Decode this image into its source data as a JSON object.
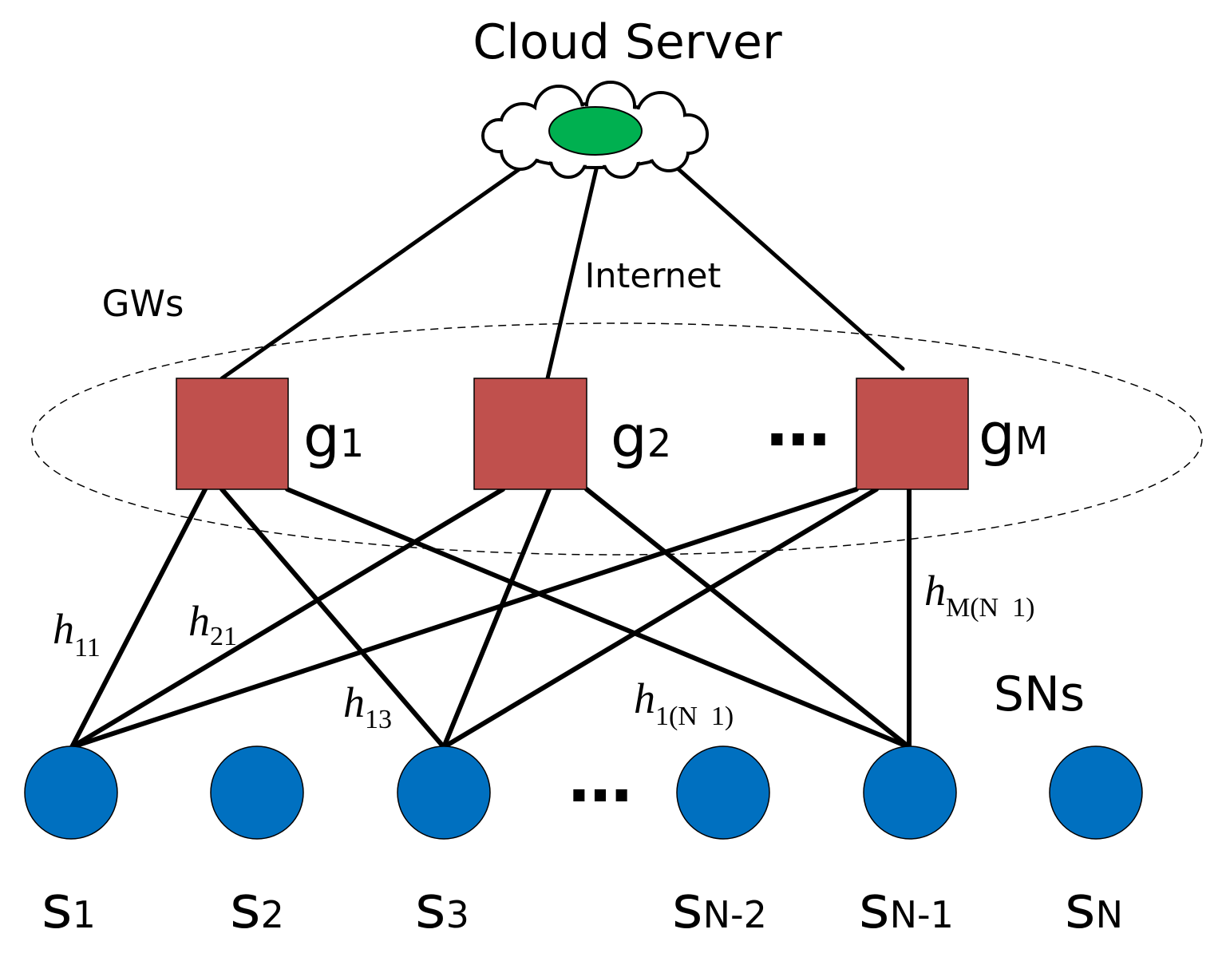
{
  "title": "Cloud Server",
  "internet_label": "Internet",
  "gateway_group_label": "GWs",
  "sensor_group_label": "SNs",
  "gateway_ellipsis": "…",
  "sensor_ellipsis": "…",
  "colors": {
    "gateway_fill": "#c0504d",
    "sensor_fill": "#0070c0",
    "cloud_core": "#00b050",
    "line": "#000000"
  },
  "gateways": [
    {
      "id": "g1",
      "base": "g",
      "sub": "1"
    },
    {
      "id": "g2",
      "base": "g",
      "sub": "2"
    },
    {
      "id": "gM",
      "base": "g",
      "sub": "M"
    }
  ],
  "sensors": [
    {
      "id": "s1",
      "base": "s",
      "sub": "1"
    },
    {
      "id": "s2",
      "base": "s",
      "sub": "2"
    },
    {
      "id": "s3",
      "base": "s",
      "sub": "3"
    },
    {
      "id": "sN-2",
      "base": "s",
      "sub": "N-2"
    },
    {
      "id": "sN-1",
      "base": "s",
      "sub": "N-1"
    },
    {
      "id": "sN",
      "base": "s",
      "sub": "N"
    }
  ],
  "channel_labels": [
    {
      "base": "h",
      "sub": "11"
    },
    {
      "base": "h",
      "sub": "21"
    },
    {
      "base": "h",
      "sub": "13"
    },
    {
      "base": "h",
      "sub": "1(N  1)"
    },
    {
      "base": "h",
      "sub": "M(N  1)"
    }
  ]
}
